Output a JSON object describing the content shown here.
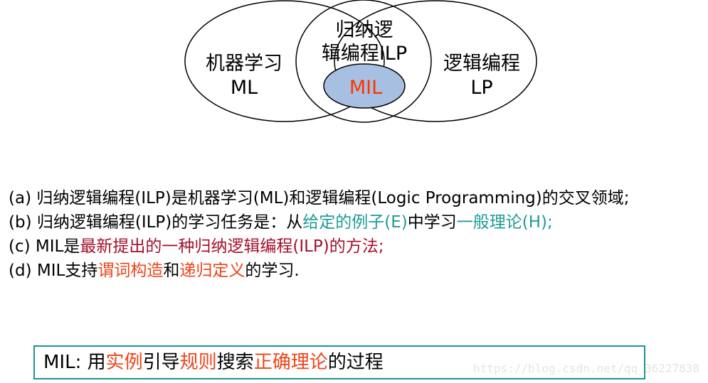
{
  "venn": {
    "ml": {
      "line1": "机器学习",
      "line2": "ML"
    },
    "ilp": {
      "line1": "归纳逻",
      "line2": "辑编程ILP"
    },
    "lp": {
      "line1": "逻辑编程",
      "line2": "LP"
    },
    "mil": {
      "label": "MIL"
    }
  },
  "colors": {
    "mil_text": "#ff3300",
    "mil_fill": "#a7c0e1",
    "teal": "#1e9b95",
    "dark_red": "#a4102c",
    "orange_red": "#ee4317",
    "box_border": "#1c9490"
  },
  "statements": [
    {
      "prefix": "(a) 归纳逻辑编程(ILP)是机器学习(ML)和逻辑编程(Logic Programming)的交叉领域;"
    },
    {
      "prefix": "(b) 归纳逻辑编程(ILP)的学习任务是：从",
      "hl1": "给定的例子(E)",
      "mid": "中学习",
      "hl2": "一般理论(H);"
    },
    {
      "prefix": "(c) MIL是",
      "hl1": "最新提出的一种归纳逻辑编程(ILP)的方法;"
    },
    {
      "prefix": "(d) MIL支持",
      "hl1": "谓词构造",
      "mid": "和",
      "hl2": "递归定义",
      "suffix": "的学习."
    }
  ],
  "summary": {
    "lead": "MIL:  用",
    "w1": "实例",
    "t1": "引导",
    "w2": "规则",
    "t2": "搜索",
    "w3": "正确理论",
    "t3": "的过程"
  },
  "watermark": "https://blog.csdn.net/qq_36227838"
}
